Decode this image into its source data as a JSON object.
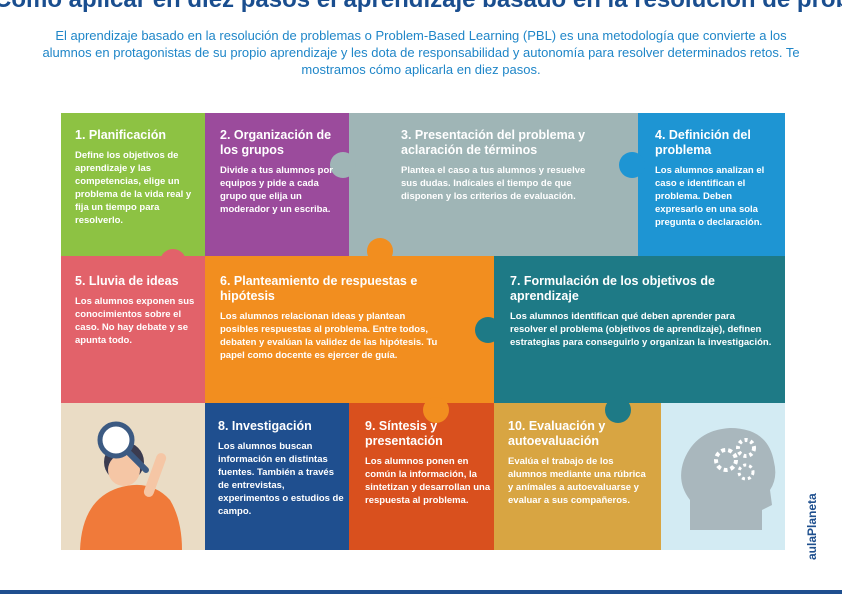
{
  "header": {
    "title": "Cómo aplicar en diez pasos el aprendizaje basado en la resolución de problemas",
    "intro": "El aprendizaje basado en la resolución de problemas o Problem-Based Learning (PBL) es una metodología que convierte a los alumnos en protagonistas de su propio aprendizaje y les dota de responsabilidad y autonomía para resolver determinados retos. Te mostramos cómo aplicarla en diez pasos."
  },
  "colors": {
    "green": "#8dc243",
    "purple": "#9b4b9c",
    "gray": "#9fb5b6",
    "blue": "#1e95d3",
    "red": "#e2626a",
    "orange": "#f28e1f",
    "teal": "#1e7a86",
    "navy": "#1f4f8f",
    "orangered": "#d9501e",
    "mustard": "#d8a542",
    "beige": "#eadcc5",
    "lightblue": "#d3ebf3"
  },
  "steps": [
    {
      "title": "1. Planificación",
      "text": "Define los objetivos de aprendizaje y las competencias, elige un problema de la vida real y fija un tiempo para resolverlo."
    },
    {
      "title": "2. Organización de los grupos",
      "text": "Divide a tus alumnos por equipos y pide a cada grupo que elija un moderador y un escriba."
    },
    {
      "title": "3. Presentación del problema y aclaración de términos",
      "text": "Plantea el caso a tus alumnos y resuelve sus dudas. Indícales el tiempo de que disponen y los criterios de evaluación."
    },
    {
      "title": "4. Definición del problema",
      "text": "Los alumnos analizan el caso e identifican el problema. Deben expresarlo en una sola pregunta o declaración."
    },
    {
      "title": "5. Lluvia de ideas",
      "text": "Los alumnos exponen sus conocimientos sobre el caso. No hay debate y se apunta todo."
    },
    {
      "title": "6. Planteamiento de respuestas e hipótesis",
      "text": "Los alumnos relacionan ideas y plantean posibles respuestas al problema. Entre todos, debaten y evalúan la validez de las hipótesis. Tu papel como docente es ejercer de guía."
    },
    {
      "title": "7. Formulación de los objetivos de aprendizaje",
      "text": "Los alumnos identifican qué deben aprender para resolver el problema (objetivos de aprendizaje), definen estrategias para conseguirlo y organizan la investigación."
    },
    {
      "title": "8. Investigación",
      "text": "Los alumnos buscan información en distintas fuentes. También a través de entrevistas, experimentos o estudios de campo."
    },
    {
      "title": "9. Síntesis y presentación",
      "text": "Los alumnos ponen en común la información, la sintetizan y desarrollan una respuesta al problema."
    },
    {
      "title": "10. Evaluación y autoevaluación",
      "text": "Evalúa el trabajo de los alumnos mediante una rúbrica y anímales a autoevaluarse y evaluar a sus compañeros."
    }
  ],
  "brand": {
    "name": "aulaPlaneta"
  }
}
